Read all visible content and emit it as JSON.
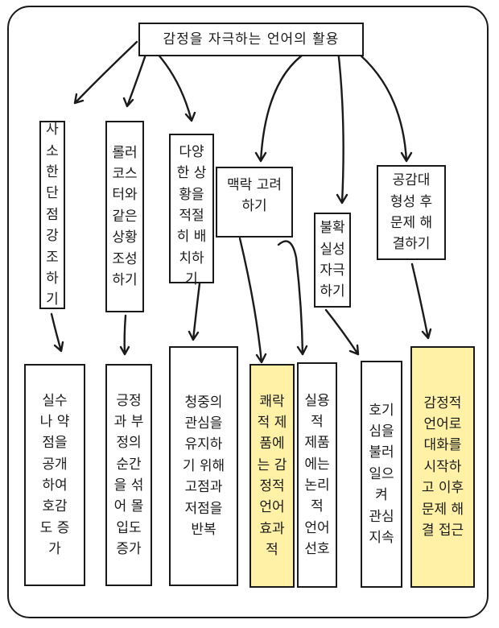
{
  "diagram": {
    "root": "감정을 자극하는 언어의 활용",
    "strategies": [
      {
        "label": "사\n소\n한\n단\n점\n강\n조\n하\n기",
        "result": "실수\n나 약\n점을\n공개\n하여\n호감\n도 증\n가"
      },
      {
        "label": "롤러\n코스\n터와\n같은\n상황\n조성\n하기",
        "result": "긍정\n과 부\n정의\n순간\n을 섞\n어 몰\n입도\n증가"
      },
      {
        "label": "다양\n한 상\n황을\n적절\n히 배\n치하\n기",
        "result": "청중의\n관심을\n유지하\n기 위해\n고점과\n저점을\n반복"
      },
      {
        "label": "맥락 고려\n하기",
        "result_a": "쾌락\n적 제\n품에\n는 감\n정적\n언어\n효과\n적",
        "result_b": "실용\n적\n제품\n에는\n논리\n적\n언어\n선호"
      },
      {
        "label": "불확\n실성\n자극\n하기",
        "result": "호기\n심을\n불러\n일으\n켜\n관심\n지속"
      },
      {
        "label": "공감대\n형성 후\n문제 해\n결하기",
        "result": "감정적\n언어로\n대화를\n시작하\n고 이후\n문제 해\n결 접근"
      }
    ],
    "highlight_color": "#fff1a6"
  }
}
